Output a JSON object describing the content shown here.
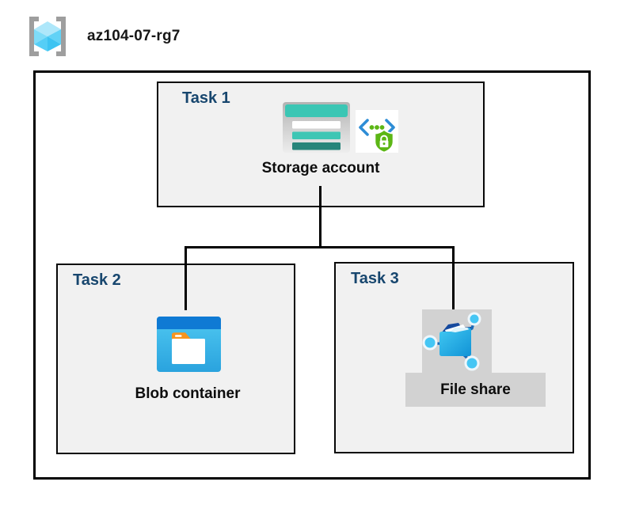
{
  "header": {
    "resource_group_name": "az104-07-rg7",
    "icon": "resource-group-icon"
  },
  "tasks": {
    "task1": {
      "label": "Task 1",
      "resource": "Storage account",
      "icons": [
        "storage-account-icon",
        "secure-endpoint-icon"
      ]
    },
    "task2": {
      "label": "Task 2",
      "resource": "Blob container",
      "icons": [
        "blob-container-icon"
      ]
    },
    "task3": {
      "label": "Task 3",
      "resource": "File share",
      "icons": [
        "file-share-icon"
      ],
      "highlighted": true
    }
  },
  "connections": [
    {
      "from": "Storage account",
      "to": "Blob container"
    },
    {
      "from": "Storage account",
      "to": "File share"
    }
  ],
  "colors": {
    "task_label": "#17466e",
    "box_background": "#f1f1f1",
    "border": "#000000",
    "highlight_background": "#d2d2d2",
    "storage_teal": "#3bc6b4",
    "storage_teal_dark": "#27857a",
    "blob_blue_bar": "#0f7ad4",
    "blob_cyan": "#3fbdec",
    "folder_tab_orange": "#f7941e",
    "shield_green": "#5cb615",
    "bracket_gray": "#9e9e9e",
    "cube_cyan": "#6bd5f7"
  }
}
